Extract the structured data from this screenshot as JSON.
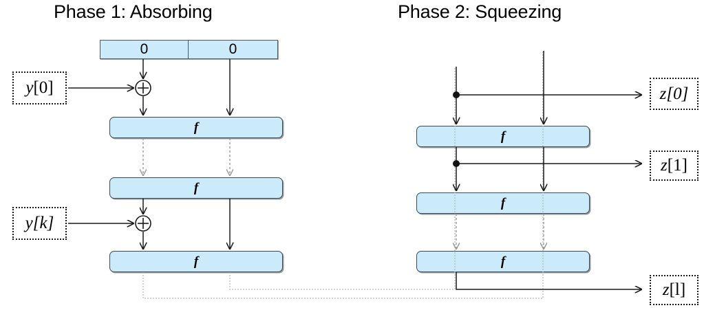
{
  "diagram": {
    "kind": "sponge-construction",
    "colors": {
      "block_fill": "#cbebfb",
      "block_stroke": "#3b4a52",
      "solid_wire": "#1a1a1a",
      "dashed_wire": "#9a9a9a",
      "feedback_wire": "#b3b3b3",
      "background": "#ffffff",
      "text": "#000000"
    },
    "titles": {
      "phase1": "Phase 1: Absorbing",
      "phase2": "Phase 2: Squeezing"
    },
    "state_bar": {
      "cells": [
        {
          "label": "0",
          "name": "rate-cell"
        },
        {
          "label": "0",
          "name": "capacity-cell"
        }
      ]
    },
    "permutation_label": "f",
    "phase1": {
      "f_blocks": [
        {
          "label": "f"
        },
        {
          "label": "f"
        },
        {
          "label": "f"
        }
      ],
      "inputs": [
        {
          "var": "y",
          "index": "[0]"
        },
        {
          "var": "y",
          "index": "[k]",
          "italic_index": true
        }
      ],
      "xor_count": 2
    },
    "phase2": {
      "f_blocks": [
        {
          "label": "f"
        },
        {
          "label": "f"
        },
        {
          "label": "f"
        }
      ],
      "outputs": [
        {
          "var": "z",
          "index": "[0]",
          "italic_index": true
        },
        {
          "var": "z",
          "index": "[1]",
          "italic_index": false
        },
        {
          "var": "z",
          "index": "[l]",
          "italic_index": false
        }
      ],
      "tap_count": 2
    }
  }
}
